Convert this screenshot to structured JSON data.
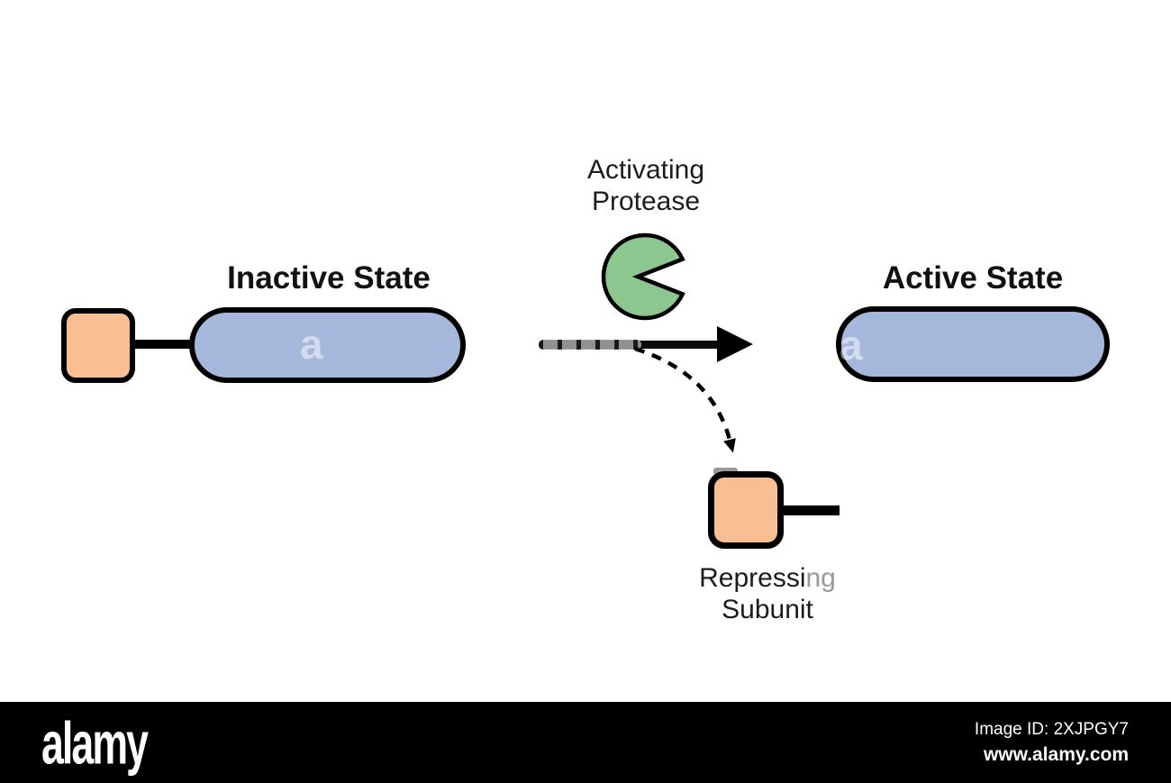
{
  "labels": {
    "inactive_state": "Inactive State",
    "active_state": "Active State",
    "protease_line1": "Activating",
    "protease_line2": "Protease",
    "repressing_line1_main": "Repressi",
    "repressing_line1_faded": "ng",
    "repressing_line2": "Subunit"
  },
  "watermark": {
    "letter": "a"
  },
  "colors": {
    "subunit_orange": "#F9BF92",
    "protein_blue": "#A5B8DC",
    "protease_green": "#8CC790",
    "outline_black": "#000000",
    "watermark_gray": "#999999"
  },
  "footer": {
    "logo_text": "alamy",
    "image_id": "Image ID: 2XJPGY7",
    "website": "www.alamy.com"
  }
}
